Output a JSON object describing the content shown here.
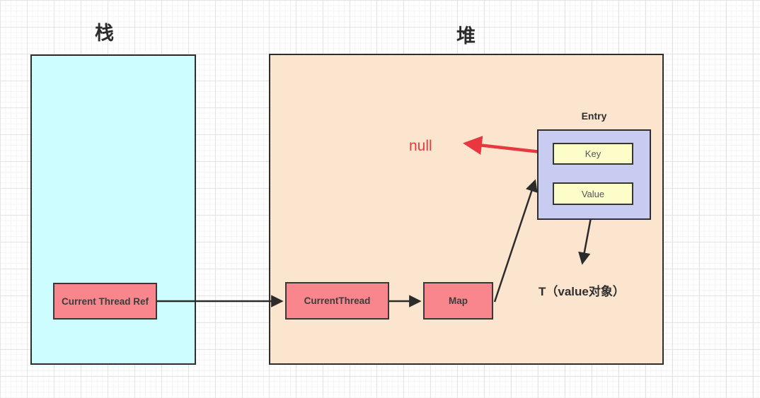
{
  "titles": {
    "stack": "栈",
    "heap": "堆"
  },
  "nodes": {
    "current_thread_ref": "Current Thread Ref",
    "current_thread": "CurrentThread",
    "map": "Map"
  },
  "entry": {
    "title": "Entry",
    "key": "Key",
    "value": "Value"
  },
  "annotations": {
    "null_text": "null",
    "value_object": "T（value对象）"
  },
  "colors": {
    "stack_fill": "#cdfdfe",
    "heap_fill": "#fce5ce",
    "node_fill": "#f9868c",
    "entry_fill": "#c9ccf1",
    "field_fill": "#fcfdc9",
    "border": "#2e2e2e",
    "arrow": "#2b2b2b",
    "red_accent": "#e8373e",
    "grid_major": "#e4e4e6",
    "grid_minor": "#f4f4f5"
  }
}
